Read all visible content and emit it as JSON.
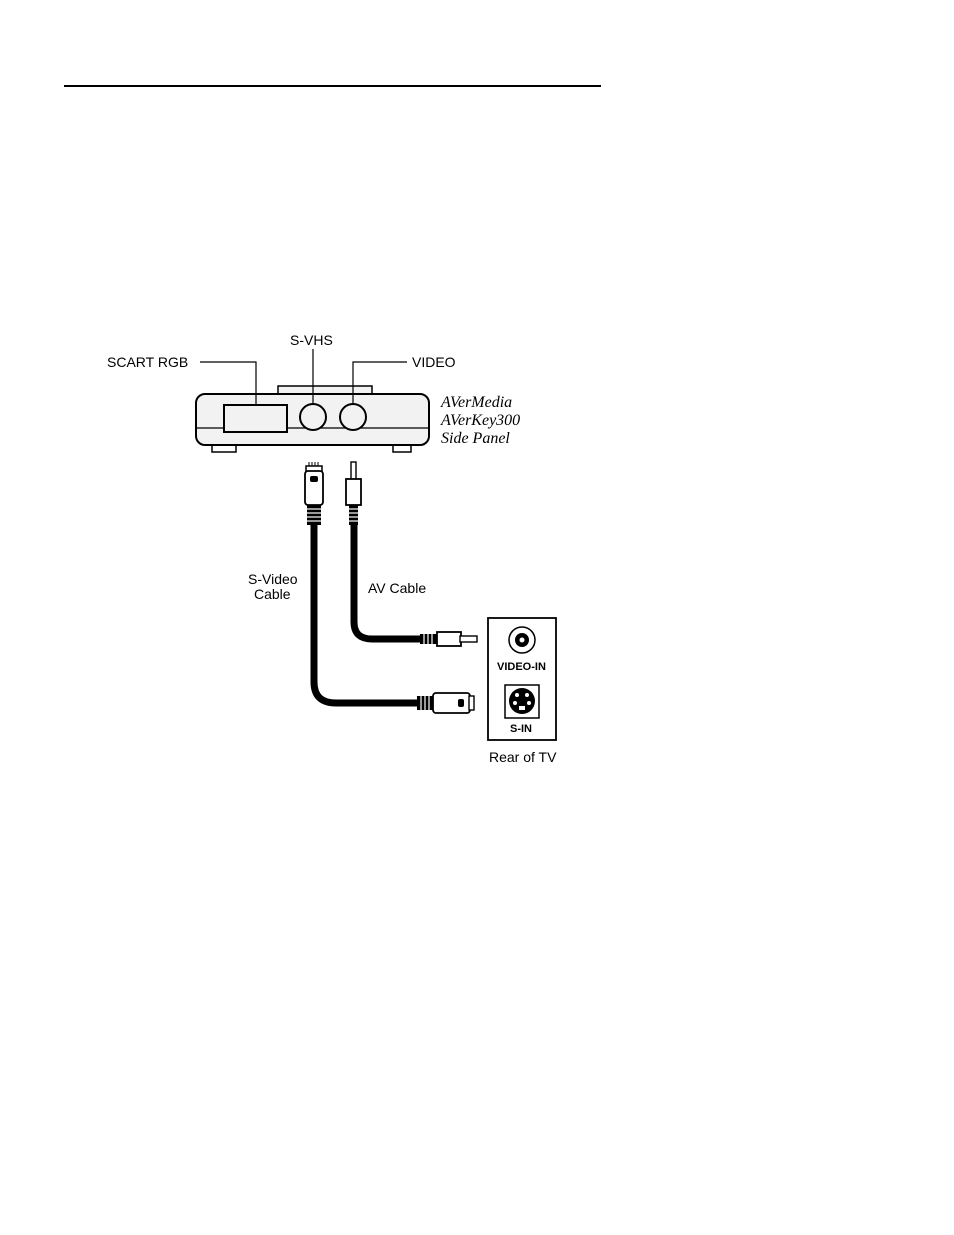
{
  "device": {
    "labels": {
      "scart_rgb": "SCART RGB",
      "s_vhs": "S-VHS",
      "video": "VIDEO"
    },
    "name_lines": [
      "AVerMedia",
      "AVerKey300",
      "Side Panel"
    ]
  },
  "cables": {
    "svideo_lines": [
      "S-Video",
      "Cable"
    ],
    "av": "AV Cable"
  },
  "tv": {
    "video_in": "VIDEO-IN",
    "s_in": "S-IN",
    "caption": "Rear of TV"
  },
  "colors": {
    "ink": "#000000",
    "paper": "#ffffff",
    "device_fill": "#f2f2f2"
  }
}
